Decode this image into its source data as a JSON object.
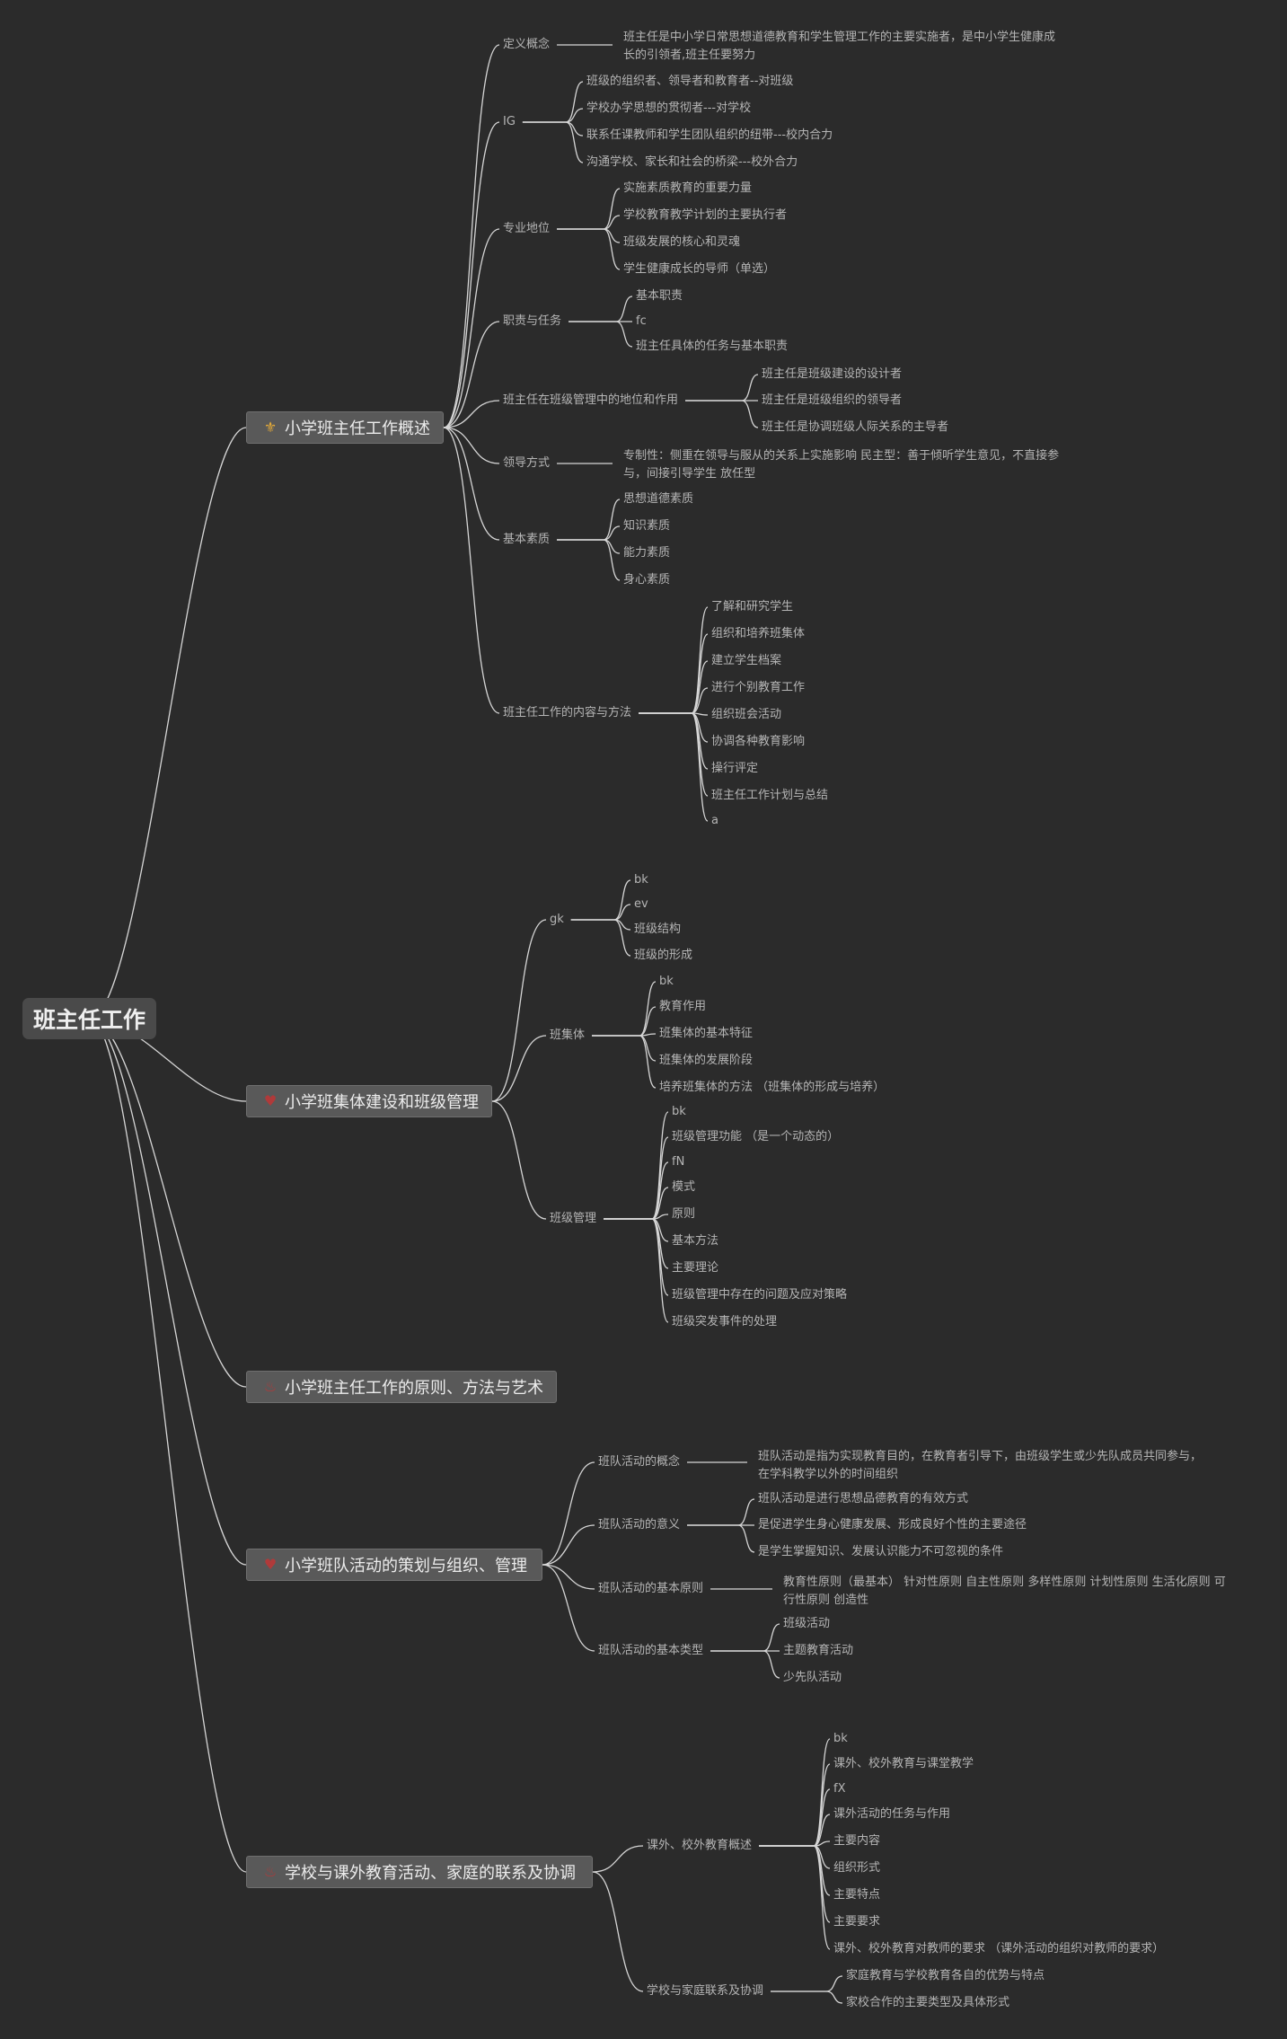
{
  "colors": {
    "background": "#2b2b2b",
    "line": "#d6d6d6",
    "text": "#b5b5b5",
    "branch_fill": "#595959"
  },
  "root": {
    "label": "班主任工作"
  },
  "branches": [
    {
      "label": "小学班主任工作概述",
      "icon": "award-medal-icon",
      "icon_color": "#e0a83a",
      "children": [
        {
          "label": "定义概念",
          "children": [
            {
              "label": "班主任是中小学日常思想道德教育和学生管理工作的主要实施者，是中小学生健康成长的引领者,班主任要努力"
            }
          ]
        },
        {
          "label": "IG",
          "children": [
            {
              "label": "班级的组织者、领导者和教育者--对班级"
            },
            {
              "label": "学校办学思想的贯彻者---对学校"
            },
            {
              "label": "联系任课教师和学生团队组织的纽带---校内合力"
            },
            {
              "label": "沟通学校、家长和社会的桥梁---校外合力"
            }
          ]
        },
        {
          "label": "专业地位",
          "children": [
            {
              "label": "实施素质教育的重要力量"
            },
            {
              "label": "学校教育教学计划的主要执行者"
            },
            {
              "label": "班级发展的核心和灵魂"
            },
            {
              "label": "学生健康成长的导师（单选）"
            }
          ]
        },
        {
          "label": "职责与任务",
          "children": [
            {
              "label": "基本职责"
            },
            {
              "label": "fc"
            },
            {
              "label": "班主任具体的任务与基本职责"
            }
          ]
        },
        {
          "label": "班主任在班级管理中的地位和作用",
          "children": [
            {
              "label": "班主任是班级建设的设计者"
            },
            {
              "label": "班主任是班级组织的领导者"
            },
            {
              "label": "班主任是协调班级人际关系的主导者"
            }
          ]
        },
        {
          "label": "领导方式",
          "children": [
            {
              "label": "专制性：侧重在领导与服从的关系上实施影响 民主型：善于倾听学生意见，不直接参与，间接引导学生 放任型"
            }
          ]
        },
        {
          "label": "基本素质",
          "children": [
            {
              "label": "思想道德素质"
            },
            {
              "label": "知识素质"
            },
            {
              "label": "能力素质"
            },
            {
              "label": "身心素质"
            }
          ]
        },
        {
          "label": "班主任工作的内容与方法",
          "children": [
            {
              "label": "了解和研究学生"
            },
            {
              "label": "组织和培养班集体"
            },
            {
              "label": "建立学生档案"
            },
            {
              "label": "进行个别教育工作"
            },
            {
              "label": "组织班会活动"
            },
            {
              "label": "协调各种教育影响"
            },
            {
              "label": "操行评定"
            },
            {
              "label": "班主任工作计划与总结"
            },
            {
              "label": "a"
            }
          ]
        }
      ]
    },
    {
      "label": "小学班集体建设和班级管理",
      "icon": "heart-icon",
      "icon_color": "#b03a3a",
      "children": [
        {
          "label": "gk",
          "children": [
            {
              "label": "bk"
            },
            {
              "label": "ev"
            },
            {
              "label": "班级结构"
            },
            {
              "label": "班级的形成"
            }
          ]
        },
        {
          "label": "班集体",
          "children": [
            {
              "label": "bk"
            },
            {
              "label": "教育作用"
            },
            {
              "label": "班集体的基本特征"
            },
            {
              "label": "班集体的发展阶段"
            },
            {
              "label": "培养班集体的方法 （班集体的形成与培养）"
            }
          ]
        },
        {
          "label": "班级管理",
          "children": [
            {
              "label": "bk"
            },
            {
              "label": "班级管理功能 （是一个动态的）"
            },
            {
              "label": "fN"
            },
            {
              "label": "模式"
            },
            {
              "label": "原则"
            },
            {
              "label": "基本方法"
            },
            {
              "label": "主要理论"
            },
            {
              "label": "班级管理中存在的问题及应对策略"
            },
            {
              "label": "班级突发事件的处理"
            }
          ]
        }
      ]
    },
    {
      "label": "小学班主任工作的原则、方法与艺术",
      "icon": "flame-icon",
      "icon_color": "#b03a3a",
      "children": []
    },
    {
      "label": "小学班队活动的策划与组织、管理",
      "icon": "heart-icon",
      "icon_color": "#b03a3a",
      "children": [
        {
          "label": "班队活动的概念",
          "children": [
            {
              "label": "班队活动是指为实现教育目的，在教育者引导下，由班级学生或少先队成员共同参与，在学科教学以外的时间组织"
            }
          ]
        },
        {
          "label": "班队活动的意义",
          "children": [
            {
              "label": "班队活动是进行思想品德教育的有效方式"
            },
            {
              "label": "是促进学生身心健康发展、形成良好个性的主要途径"
            },
            {
              "label": "是学生掌握知识、发展认识能力不可忽视的条件"
            }
          ]
        },
        {
          "label": "班队活动的基本原则",
          "children": [
            {
              "label": "教育性原则（最基本） 针对性原则 自主性原则 多样性原则 计划性原则 生活化原则 可行性原则 创造性"
            }
          ]
        },
        {
          "label": "班队活动的基本类型",
          "children": [
            {
              "label": "班级活动"
            },
            {
              "label": "主题教育活动"
            },
            {
              "label": "少先队活动"
            }
          ]
        }
      ]
    },
    {
      "label": "学校与课外教育活动、家庭的联系及协调",
      "icon": "flame-icon",
      "icon_color": "#b03a3a",
      "children": [
        {
          "label": "课外、校外教育概述",
          "children": [
            {
              "label": "bk"
            },
            {
              "label": "课外、校外教育与课堂教学"
            },
            {
              "label": "fX"
            },
            {
              "label": "课外活动的任务与作用"
            },
            {
              "label": "主要内容"
            },
            {
              "label": "组织形式"
            },
            {
              "label": "主要特点"
            },
            {
              "label": "主要要求"
            },
            {
              "label": "课外、校外教育对教师的要求 （课外活动的组织对教师的要求）"
            }
          ]
        },
        {
          "label": "学校与家庭联系及协调",
          "children": [
            {
              "label": "家庭教育与学校教育各自的优势与特点"
            },
            {
              "label": "家校合作的主要类型及具体形式"
            }
          ]
        }
      ]
    }
  ]
}
